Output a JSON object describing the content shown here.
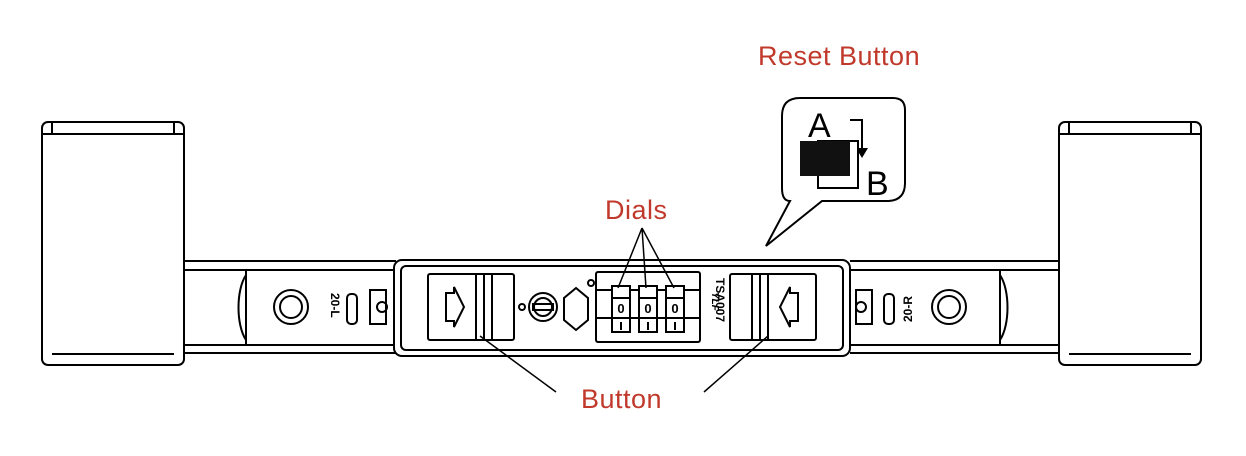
{
  "labels": {
    "reset_button": "Reset Button",
    "dials": "Dials",
    "button": "Button"
  },
  "inset": {
    "state_a": "A",
    "state_b": "B"
  },
  "lock": {
    "brand_mark": "YLF",
    "model": "TSA007",
    "left_stamp": "20-L",
    "right_stamp": "20-R",
    "dial_digits": [
      "0",
      "0",
      "0"
    ]
  },
  "colors": {
    "label": "#c0392b",
    "line": "#000000",
    "reset_fill": "#111111"
  }
}
